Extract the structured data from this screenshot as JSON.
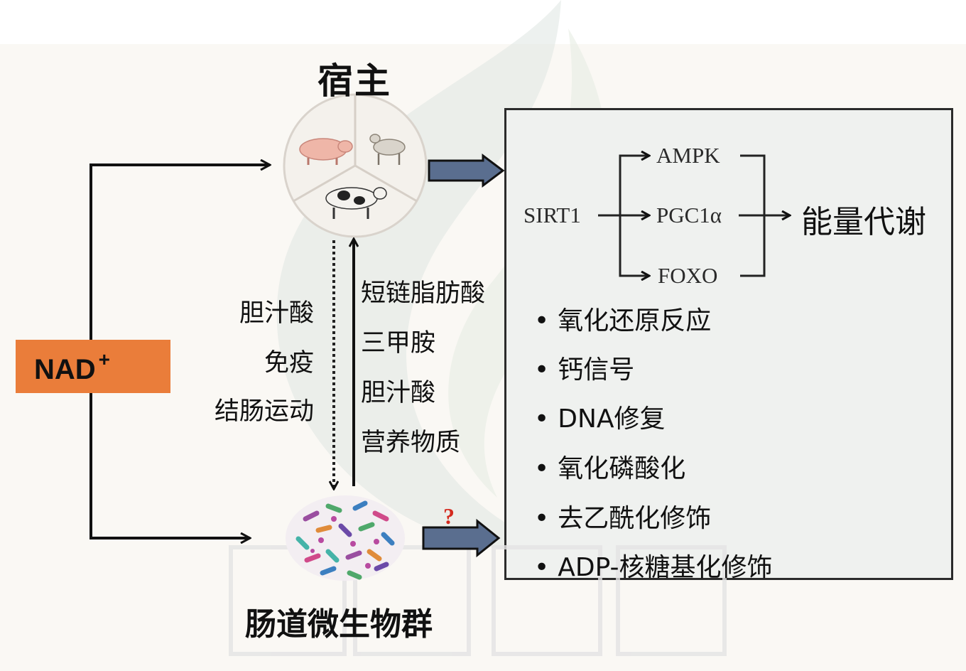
{
  "host": {
    "title": "宿主"
  },
  "microbiota": {
    "title": "肠道微生物群"
  },
  "nad": {
    "label": "NAD",
    "superscript": "+"
  },
  "host_to_microbe": [
    "胆汁酸",
    "免疫",
    "结肠运动"
  ],
  "microbe_to_host": [
    "短链脂肪酸",
    "三甲胺",
    "胆汁酸",
    "营养物质"
  ],
  "pathway": {
    "source": "SIRT1",
    "targets": [
      "AMPK",
      "PGC1α",
      "FOXO"
    ],
    "outcome": "能量代谢"
  },
  "processes": [
    "氧化还原反应",
    "钙信号",
    "DNA修复",
    "氧化磷酸化",
    "去乙酰化修饰",
    "ADP-核糖基化修饰"
  ],
  "unknown_marker": "?",
  "colors": {
    "nad_box": "#ea7d3a",
    "block_arrow": "#5a6e8f",
    "panel": "#eff1ef",
    "question": "#d42a1f"
  }
}
